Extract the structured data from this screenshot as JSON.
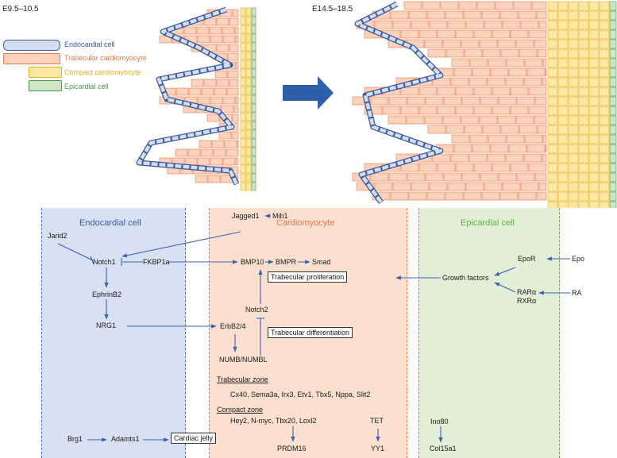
{
  "stages": {
    "early": "E9.5–10.5",
    "late": "E14.5–18.5"
  },
  "legend": [
    {
      "label": "Endocardial cell",
      "color": "#3a5a9a"
    },
    {
      "label": "Trabecular cardiomyocyte",
      "color": "#e8784a"
    },
    {
      "label": "Compact cardiomyocyte",
      "color": "#e8b020"
    },
    {
      "label": "Epicardial cell",
      "color": "#4e9a4e"
    }
  ],
  "panels": {
    "endocardial": "Endocardial cell",
    "cardiomyocyte": "Cardiomyocyte",
    "epicardial": "Epicardial cell"
  },
  "nodes": {
    "jarid2": "Jarid2",
    "notch1": "Notch1",
    "fkbp1a": "FKBP1a",
    "ephrinb2": "EphrinB2",
    "nrg1": "NRG1",
    "brg1": "Brg1",
    "adamts1": "Adamts1",
    "cardiac_jelly": "Cardiac jelly",
    "jagged1": "Jagged1",
    "mib1": "Mib1",
    "bmp10": "BMP10",
    "bmpr": "BMPR",
    "smad": "Smad",
    "trab_prolif": "Trabecular proliferation",
    "notch2": "Notch2",
    "trab_diff": "Trabecular differentiation",
    "erbb": "ErbB2/4",
    "numb": "NUMB/NUMBL",
    "trab_zone": "Trabecular zone",
    "trab_genes": "Cx40, Sema3a, Irx3, Etv1, Tbx5, Nppa, Slit2",
    "compact_zone": "Compact zone",
    "compact_genes": "Hey2, N-myc, Tbx20, Loxl2",
    "tet": "TET",
    "prdm16": "PRDM16",
    "yy1": "YY1",
    "epor": "EpoR",
    "epo": "Epo",
    "growth": "Growth factors",
    "rara": "RARα",
    "rxra": "RXRα",
    "ra": "RA",
    "ino80": "Ino80",
    "col15a1": "Col15a1"
  }
}
